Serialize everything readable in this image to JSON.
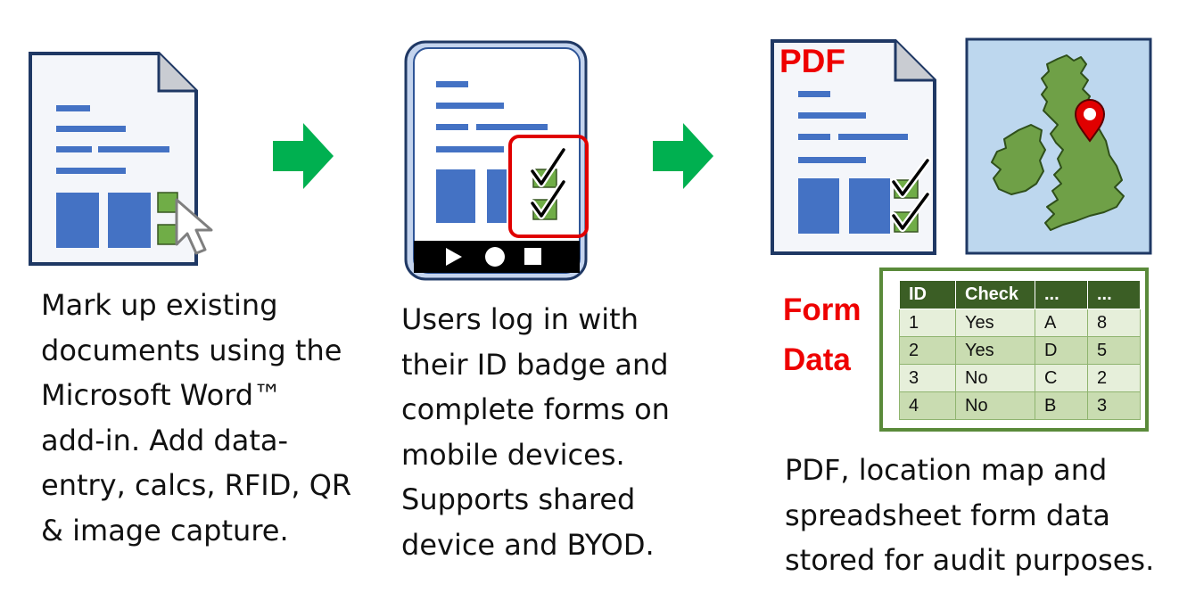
{
  "steps": [
    {
      "caption": "Mark up existing\ndocuments using the\nMicrosoft Word™\nadd-in. Add data-\nentry, calcs, RFID, QR\n& image capture."
    },
    {
      "caption": "Users log in with\ntheir ID badge and\ncomplete forms on\nmobile devices.\nSupports shared\ndevice and BYOD."
    },
    {
      "caption": "PDF, location map and\nspreadsheet form data\nstored for audit purposes.",
      "pdf_label": "PDF",
      "form_data_label_line1": "Form",
      "form_data_label_line2": "Data"
    }
  ],
  "table": {
    "headers": [
      "ID",
      "Check",
      "...",
      "..."
    ],
    "rows": [
      [
        "1",
        "Yes",
        "A",
        "8"
      ],
      [
        "2",
        "Yes",
        "D",
        "5"
      ],
      [
        "3",
        "No",
        "C",
        "2"
      ],
      [
        "4",
        "No",
        "B",
        "3"
      ]
    ]
  },
  "colors": {
    "accent_blue": "#4472c4",
    "form_green": "#70ad47",
    "arrow_green": "#00b050",
    "label_red": "#ee0000",
    "map_land": "#6fa047",
    "map_sea": "#bdd7ee",
    "table_header": "#3b5e25"
  }
}
